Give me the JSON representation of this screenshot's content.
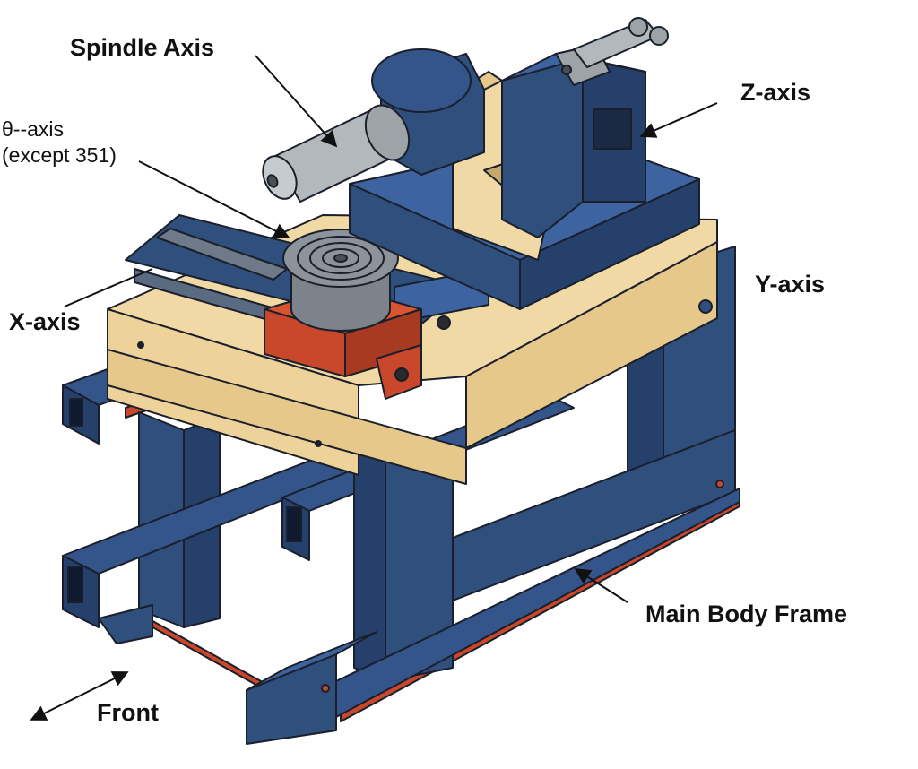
{
  "labels": {
    "spindle": "Spindle Axis",
    "theta_line1": "θ--axis",
    "theta_line2": "(except 351)",
    "z_axis": "Z-axis",
    "y_axis": "Y-axis",
    "x_axis": "X-axis",
    "frame": "Main Body Frame",
    "front": "Front"
  },
  "colors": {
    "frame_blue": "#2f4f7c",
    "bed_tan": "#ecd39a",
    "table_red": "#c9472a",
    "steel_gray": "#9ea3a8",
    "outline": "#1a1f2b"
  }
}
